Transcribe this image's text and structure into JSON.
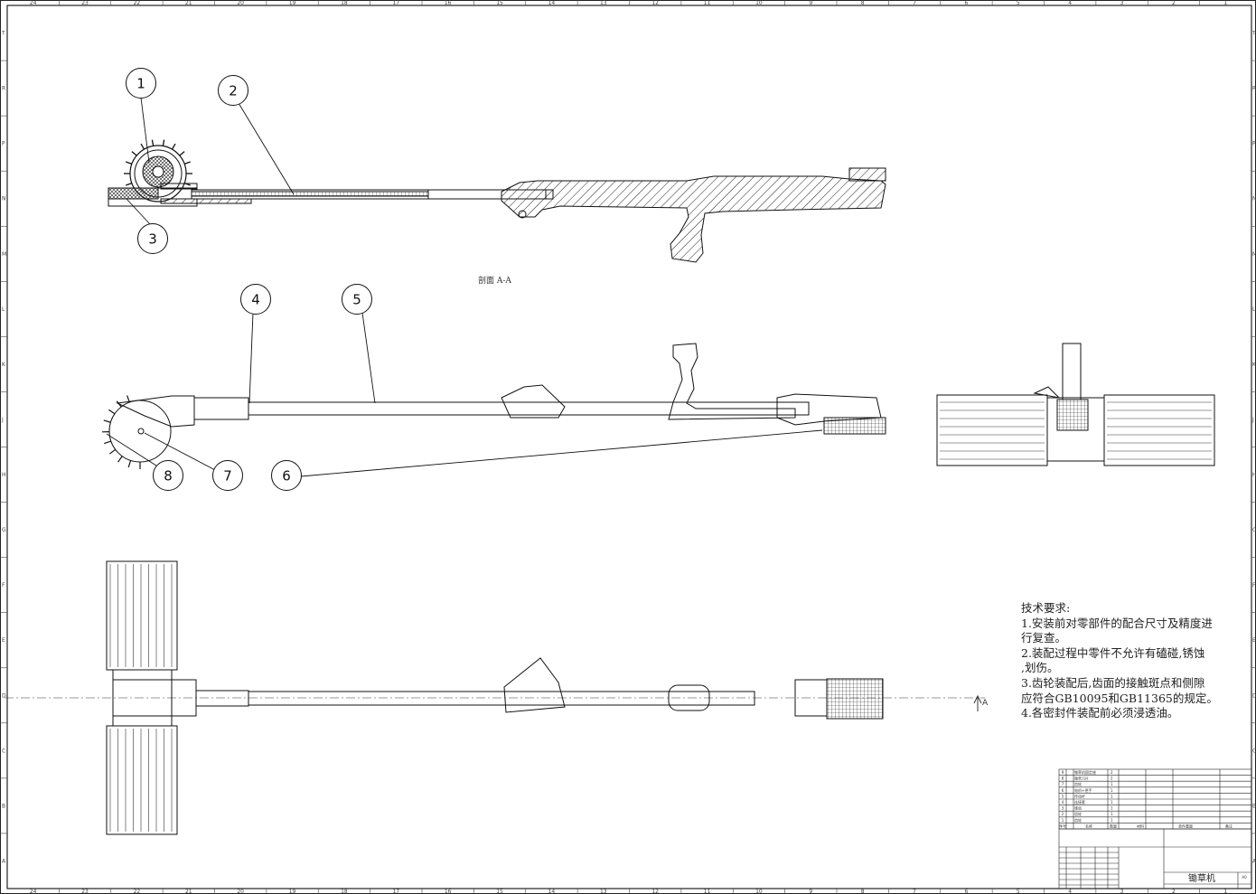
{
  "section_label": "剖面 A-A",
  "section_arrow_label": "A",
  "balloons": [
    {
      "id": "balloon-1",
      "label": "1"
    },
    {
      "id": "balloon-2",
      "label": "2"
    },
    {
      "id": "balloon-3",
      "label": "3"
    },
    {
      "id": "balloon-4",
      "label": "4"
    },
    {
      "id": "balloon-5",
      "label": "5"
    },
    {
      "id": "balloon-6",
      "label": "6"
    },
    {
      "id": "balloon-7",
      "label": "7"
    },
    {
      "id": "balloon-8",
      "label": "8"
    }
  ],
  "technical_requirements": {
    "heading": "技术要求:",
    "lines": [
      "1.安装前对零部件的配合尺寸及精度进",
      "行复查。",
      "2.装配过程中零件不允许有磕碰,锈蚀",
      ",划伤。",
      "3.齿轮装配后,齿面的接触斑点和侧隙",
      "应符合GB10095和GB11365的规定。",
      "4.各密封件装配前必须浸透油。"
    ]
  },
  "zone_columns": [
    "24",
    "23",
    "22",
    "21",
    "20",
    "19",
    "18",
    "17",
    "16",
    "15",
    "14",
    "13",
    "12",
    "11",
    "10",
    "9",
    "8",
    "7",
    "6",
    "5",
    "4",
    "3",
    "2",
    "1"
  ],
  "zone_rows": [
    "T",
    "R",
    "P",
    "N",
    "M",
    "L",
    "K",
    "J",
    "H",
    "G",
    "F",
    "E",
    "D",
    "C",
    "B",
    "A"
  ],
  "bom": {
    "rows": [
      {
        "no": "9",
        "name": "锄草机固定座",
        "qty": "2"
      },
      {
        "no": "8",
        "name": "锄草刀片",
        "qty": "2"
      },
      {
        "no": "7",
        "name": "齿轮",
        "qty": "1"
      },
      {
        "no": "6",
        "name": "电机+把手",
        "qty": "1"
      },
      {
        "no": "5",
        "name": "传动杆",
        "qty": "1"
      },
      {
        "no": "4",
        "name": "连接套",
        "qty": "1"
      },
      {
        "no": "3",
        "name": "锥齿",
        "qty": "1"
      },
      {
        "no": "2",
        "name": "齿轮",
        "qty": "1"
      },
      {
        "no": "1",
        "name": "齿轮",
        "qty": "1"
      }
    ],
    "header": {
      "no": "序号",
      "name": "名称",
      "qty": "数量",
      "material": "材料",
      "weight": "单件重量",
      "remark": "备注"
    }
  },
  "title_block": {
    "drawing_title": "锄草机",
    "size": "A0"
  }
}
